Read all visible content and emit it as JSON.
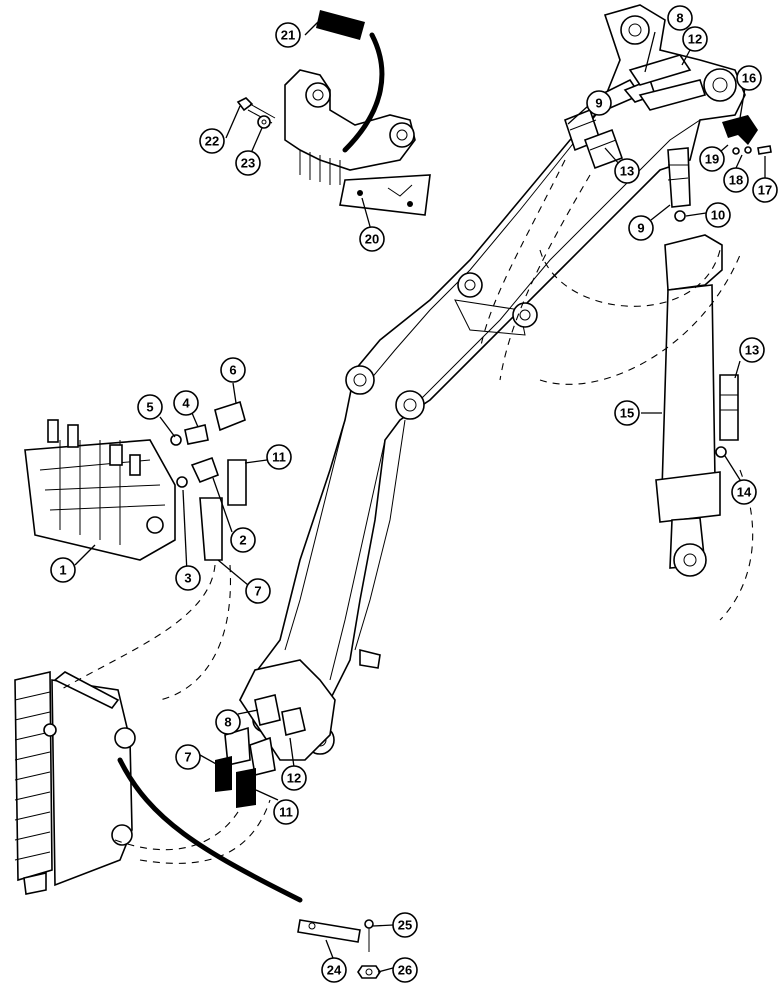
{
  "callouts": [
    {
      "id": "c1",
      "label": "1"
    },
    {
      "id": "c2",
      "label": "2"
    },
    {
      "id": "c3",
      "label": "3"
    },
    {
      "id": "c4",
      "label": "4"
    },
    {
      "id": "c5",
      "label": "5"
    },
    {
      "id": "c6",
      "label": "6"
    },
    {
      "id": "c7a",
      "label": "7"
    },
    {
      "id": "c7b",
      "label": "7"
    },
    {
      "id": "c8a",
      "label": "8"
    },
    {
      "id": "c8b",
      "label": "8"
    },
    {
      "id": "c9a",
      "label": "9"
    },
    {
      "id": "c9b",
      "label": "9"
    },
    {
      "id": "c10",
      "label": "10"
    },
    {
      "id": "c11a",
      "label": "11"
    },
    {
      "id": "c11b",
      "label": "11"
    },
    {
      "id": "c12a",
      "label": "12"
    },
    {
      "id": "c12b",
      "label": "12"
    },
    {
      "id": "c13a",
      "label": "13"
    },
    {
      "id": "c13b",
      "label": "13"
    },
    {
      "id": "c14",
      "label": "14"
    },
    {
      "id": "c15",
      "label": "15"
    },
    {
      "id": "c16",
      "label": "16"
    },
    {
      "id": "c17",
      "label": "17"
    },
    {
      "id": "c18",
      "label": "18"
    },
    {
      "id": "c19",
      "label": "19"
    },
    {
      "id": "c20",
      "label": "20"
    },
    {
      "id": "c21",
      "label": "21"
    },
    {
      "id": "c22",
      "label": "22"
    },
    {
      "id": "c23",
      "label": "23"
    },
    {
      "id": "c24",
      "label": "24"
    },
    {
      "id": "c25",
      "label": "25"
    },
    {
      "id": "c26",
      "label": "26"
    }
  ]
}
